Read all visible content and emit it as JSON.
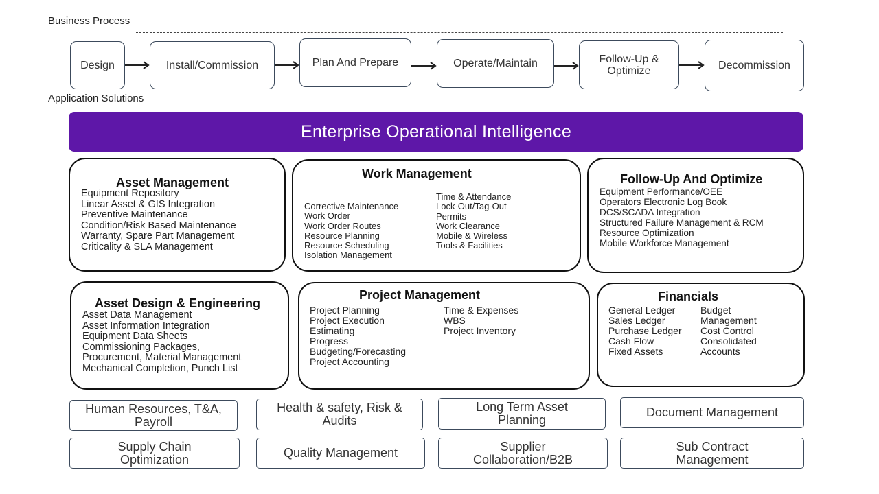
{
  "business_process_label": "Business Process",
  "application_solutions_label": "Application Solutions",
  "process_steps": [
    "Design",
    "Install/Commission",
    "Plan And Prepare",
    "Operate/Maintain",
    "Follow-Up &\nOptimize",
    "Decommission"
  ],
  "banner": "Enterprise Operational  Intelligence",
  "cards": {
    "asset_management": {
      "title": "Asset Management",
      "items": [
        "Equipment Repository",
        "Linear  Asset & GIS Integration",
        "Preventive Maintenance",
        "Condition/Risk Based Maintenance",
        "Warranty, Spare Part Management",
        "Criticality & SLA Management"
      ]
    },
    "work_management": {
      "title": "Work Management",
      "col1": [
        "Corrective Maintenance",
        "Work Order",
        "Work Order Routes",
        "Resource  Planning",
        "Resource  Scheduling",
        "Isolation Management"
      ],
      "col2": [
        "Time & Attendance",
        "Lock-Out/Tag-Out",
        "Permits",
        "Work Clearance",
        "Mobile  & Wireless",
        "Tools & Facilities"
      ]
    },
    "follow_up": {
      "title": "Follow-Up And Optimize",
      "items": [
        "Equipment Performance/OEE",
        "Operators Electronic Log Book",
        "DCS/SCADA  Integration",
        "Structured Failure Management & RCM",
        "Resource Optimization",
        "Mobile  Workforce Management"
      ]
    },
    "asset_design": {
      "title": "Asset Design & Engineering",
      "items": [
        "Asset Data Management",
        "Asset Information Integration",
        "Equipment Data Sheets",
        "Commissioning Packages,",
        "Procurement, Material Management",
        "Mechanical Completion, Punch List"
      ]
    },
    "project_management": {
      "title": "Project Management",
      "col1": [
        "Project Planning",
        "Project Execution",
        "Estimating",
        "Progress",
        "Budgeting/Forecasting",
        "Project Accounting"
      ],
      "col2": [
        "Time  & Expenses",
        "WBS",
        "Project Inventory"
      ]
    },
    "financials": {
      "title": "Financials",
      "col1": [
        "General Ledger",
        "Sales Ledger",
        "Purchase Ledger",
        "Cash Flow",
        "Fixed Assets"
      ],
      "col2": [
        "Budget",
        "Management",
        "Cost Control",
        "Consolidated",
        "Accounts"
      ]
    }
  },
  "bottom_boxes": [
    "Human Resources, T&A,\nPayroll",
    "Health & safety, Risk &\nAudits",
    "Long Term Asset\nPlanning",
    "Document Management",
    "Supply Chain\nOptimization",
    "Quality Management",
    "Supplier\nCollaboration/B2B",
    "Sub Contract\nManagement"
  ],
  "colors": {
    "banner": "#5e17a8",
    "border": "#3c4a5c",
    "card_border": "#111111"
  }
}
